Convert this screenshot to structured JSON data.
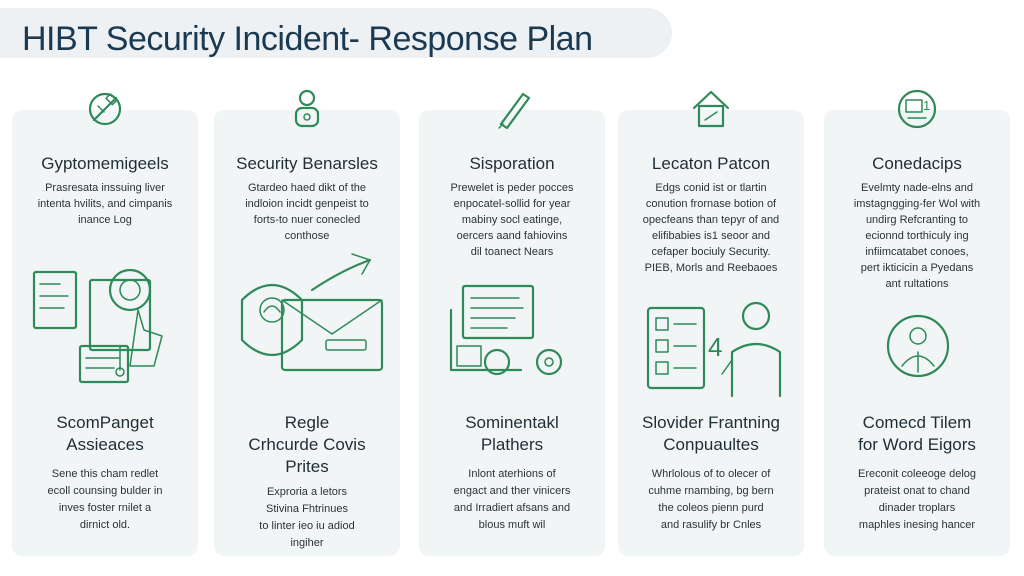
{
  "title": "HIBT Security Incident- Response Plan",
  "colors": {
    "accent": "#2e8a58",
    "card_bg": "#f2f5f6",
    "title_bg": "#eef1f3",
    "title_text": "#1b3a52"
  },
  "cards": [
    {
      "icon": "cryptography-hammer-icon",
      "heading": "Gyptomemigeels",
      "desc_lines": [
        "Prasresata inssuing liver",
        "intenta hvilits, and cimpanis",
        "inance Log"
      ],
      "illustration": "documents-analysis-illustration",
      "heading2_lines": [
        "ScomPanget",
        "Assieaces"
      ],
      "desc2_lines": [
        "Sene this cham redlet",
        "ecoll counsing bulder in",
        "inves foster rnilet a",
        "dirnict old."
      ]
    },
    {
      "icon": "user-lock-icon",
      "heading": "Security Benarsles",
      "desc_lines": [
        "Gtardeo haed dikt of the",
        "indloion incidt genpeist to",
        "forts-to nuer conecled",
        "conthose"
      ],
      "illustration": "shield-envelope-illustration",
      "heading2_lines": [
        "Regle",
        "Crhcurde Covis",
        "Prites"
      ],
      "desc2_lines": [
        "Exproria a letors",
        "Stivina Fhtrinues",
        "to linter ieo iu adiod",
        "ingiher"
      ]
    },
    {
      "icon": "pen-tool-icon",
      "heading": "Sisporation",
      "desc_lines": [
        "Prewelet is peder pocces",
        "enpocatel-sollid for year",
        "mabiny socl eatinge,",
        "oercers aand fahiovins",
        "dil toanect Nears"
      ],
      "illustration": "report-gears-illustration",
      "heading2_lines": [
        "Sominentakl",
        "Plathers"
      ],
      "desc2_lines": [
        "Inlont aterhions of",
        "engact and ther vinicers",
        "and Irradiert afsans and",
        "blous muft wil"
      ]
    },
    {
      "icon": "house-icon",
      "heading": "Lecaton Patcon",
      "desc_lines": [
        "Edgs conid ist or tlartin",
        "conution frornase botion of",
        "opecfeans than tepyr of and",
        "elifibabies is1 seoor and",
        "cefaper bociuly Security.",
        "PIEB, Morls and Reebaoes"
      ],
      "illustration": "checklist-person-illustration",
      "illustration_number": "4",
      "heading2_lines": [
        "Slovider Frantning",
        "Conpuaultes"
      ],
      "desc2_lines": [
        "Whrlolous of to olecer of",
        "cuhme rnambing, bg bern",
        "the coleos pienn purd",
        "and rasulify br Cnles"
      ]
    },
    {
      "icon": "monitor-number-icon",
      "icon_number": "1",
      "heading": "Conedacips",
      "desc_lines": [
        "Evelmty nade-elns and",
        "imstagngging-fer Wol with",
        "undirg Refcranting to",
        "ecionnd torthiculy ing",
        "infiimcatabet conoes,",
        "pert ikticicin a Pyedans",
        "ant rultations"
      ],
      "illustration": "person-circle-illustration",
      "heading2_lines": [
        "Comecd Tilem",
        "for Word Eigors"
      ],
      "desc2_lines": [
        "Ereconit coleeoge delog",
        "prateist onat to chand",
        "dinader troplars",
        "maphles inesing hancer"
      ]
    }
  ]
}
